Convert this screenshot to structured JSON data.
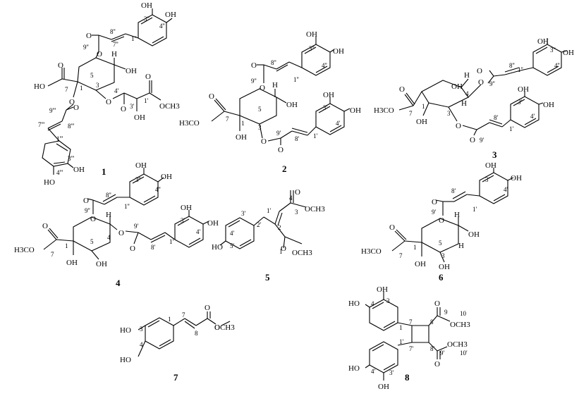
{
  "figure": {
    "compounds": [
      {
        "id": "1",
        "labels": [
          "OH",
          "OH",
          "3''",
          "4''",
          "8''",
          "O",
          "9''",
          "O",
          "7''",
          "1''",
          "OH",
          "H",
          "HO",
          "O",
          "7",
          "1",
          "5",
          "3",
          "O",
          "4'",
          "O",
          "3'",
          "O",
          "1'",
          "OCH3",
          "OH",
          "O",
          "9'''",
          "O",
          "7'''",
          "8'''",
          "1'''",
          "3'''",
          "OH",
          "4'''",
          "HO"
        ]
      },
      {
        "id": "2",
        "labels": [
          "OH",
          "OH",
          "3''",
          "4''",
          "8''",
          "O",
          "9''",
          "O",
          "1''",
          "H",
          "OH",
          "H3CO",
          "7",
          "O",
          "1",
          "5",
          "OH",
          "3",
          "O",
          "9'",
          "O",
          "8'",
          "1'",
          "OH",
          "3'",
          "OH",
          "4'"
        ]
      },
      {
        "id": "3",
        "labels": [
          "OH",
          "OH",
          "3''",
          "4''",
          "8''",
          "1''",
          "O",
          "9''",
          "O",
          "OH",
          "H",
          "O",
          "H3CO",
          "7",
          "1",
          "OH",
          "4",
          "H",
          "3",
          "O",
          "O",
          "9'",
          "8'",
          "1'",
          "OH",
          "3'",
          "OH",
          "4'"
        ]
      },
      {
        "id": "4",
        "labels": [
          "OH",
          "OH",
          "3''",
          "4''",
          "8''",
          "O",
          "9''",
          "1''",
          "O",
          "H",
          "O",
          "9'",
          "4",
          "O",
          "8'",
          "1'",
          "OH",
          "3'",
          "OH",
          "4'",
          "O",
          "H3CO",
          "7",
          "1",
          "5",
          "OH",
          "OH"
        ]
      },
      {
        "id": "5",
        "labels": [
          "O",
          "4",
          "OCH3",
          "3'",
          "1'",
          "3",
          "2'",
          "4'",
          "2",
          "HO",
          "5'",
          "1",
          "O",
          "OCH3"
        ]
      },
      {
        "id": "6",
        "labels": [
          "OH",
          "OH",
          "3'",
          "4'",
          "8'",
          "O",
          "9'",
          "1'",
          "O",
          "H",
          "OH",
          "O",
          "H3CO",
          "7",
          "1",
          "5",
          "H",
          "OH",
          "3",
          "OH"
        ]
      },
      {
        "id": "7",
        "labels": [
          "HO",
          "3",
          "1",
          "7",
          "O",
          "O",
          "OCH3",
          "8",
          "HO",
          "4"
        ]
      },
      {
        "id": "8",
        "labels": [
          "OH",
          "HO",
          "4",
          "3",
          "7",
          "8",
          "O",
          "9",
          "10",
          "1",
          "OCH3",
          "1'",
          "7'",
          "8'",
          "OCH3",
          "O",
          "9'",
          "10'",
          "HO",
          "4'",
          "3'",
          "OH"
        ]
      }
    ]
  }
}
